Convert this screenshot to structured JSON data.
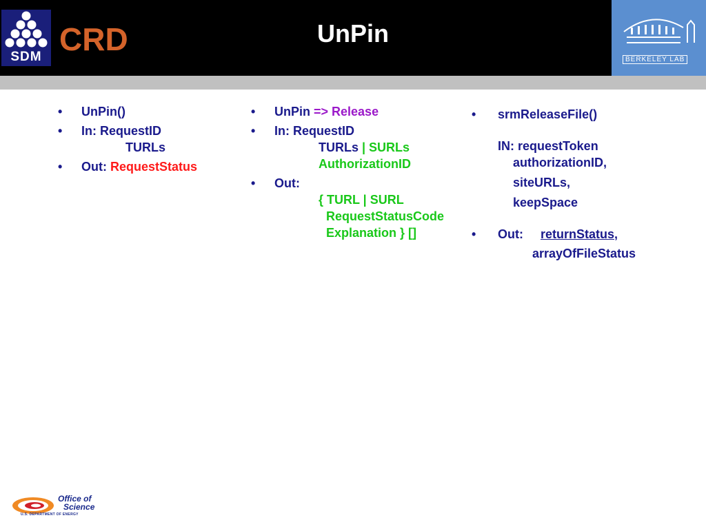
{
  "header": {
    "sdm_label": "SDM",
    "crd_label": "CRD",
    "title": "UnPin",
    "berkeley_label": "BERKELEY LAB"
  },
  "col1": {
    "b1": "UnPin()",
    "b2_line1": "In: RequestID",
    "b2_line2": "TURLs",
    "b3_prefix": "Out: ",
    "b3_value": "RequestStatus"
  },
  "col2": {
    "b1_a": "UnPin ",
    "b1_b": "=> Release",
    "b2_line1": "In: RequestID",
    "b2_line2_a": "TURLs ",
    "b2_line2_b": "| SURLs",
    "b2_line3": "AuthorizationID",
    "b3_label": "Out:",
    "b3_line1": "{ TURL | SURL",
    "b3_line2": "RequestStatusCode",
    "b3_line3": "Explanation } []"
  },
  "col3": {
    "b1": "srmReleaseFile()",
    "in_line1": "IN: requestToken",
    "in_line2": "authorizationID,",
    "in_line3": "siteURLs,",
    "in_line4": "keepSpace",
    "out_label": "Out:",
    "out_line1": "returnStatus,",
    "out_line2": "arrayOfFileStatus"
  },
  "footer": {
    "line1": "Office of",
    "line2": "Science",
    "line3": "U.S. DEPARTMENT OF ENERGY"
  },
  "colors": {
    "navy": "#1a1a8c",
    "purple": "#9b19c9",
    "red": "#ff1a1a",
    "green": "#19c819",
    "crd_orange": "#d4632a"
  }
}
